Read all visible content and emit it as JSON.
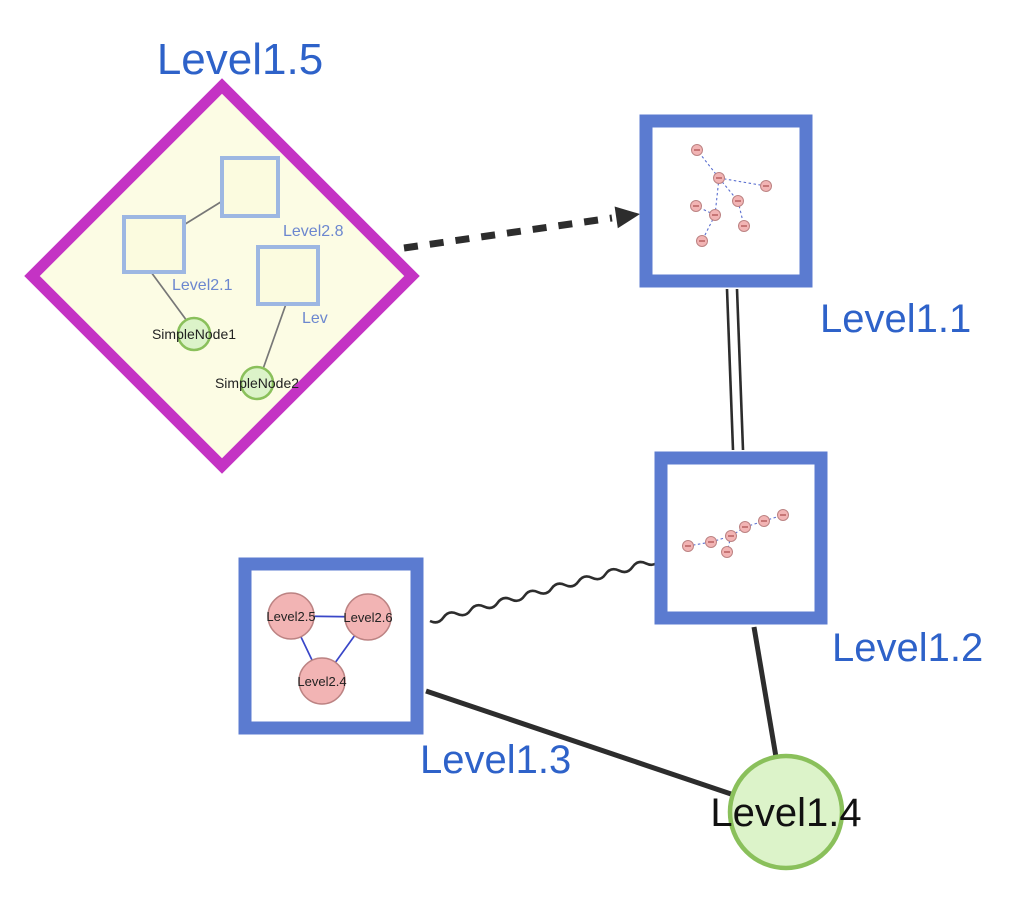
{
  "colors": {
    "label-blue": "#2e62c9",
    "node-border-blue": "#5b7bd0",
    "diamond-stroke": "#c433c4",
    "diamond-fill": "#fcfce4",
    "inner-square-stroke": "#9db7e2",
    "inner-square-fill": "#fbfbdf",
    "inner-label-blue": "#6c87cf",
    "green-fill": "#dcf3c9",
    "green-stroke": "#8ac05b",
    "pink-fill": "#f2b4b4",
    "pink-stroke": "#bc8383",
    "pink-detail": "#b05555",
    "mini-edge-blue": "#5a6fd0",
    "triangle-edge-blue": "#3946c8",
    "edge-dark": "#2d2d2d",
    "label-dark": "#111111"
  },
  "nodes": {
    "level1_5": {
      "label": "Level1.5",
      "shape": "diamond-group"
    },
    "level1_1": {
      "label": "Level1.1",
      "shape": "square-group"
    },
    "level1_2": {
      "label": "Level1.2",
      "shape": "square-group"
    },
    "level1_3": {
      "label": "Level1.3",
      "shape": "square-group"
    },
    "level1_4": {
      "label": "Level1.4",
      "shape": "circle"
    }
  },
  "edges": [
    {
      "from": "Level1.5",
      "to": "Level1.1",
      "style": "thick-dashed-arrow"
    },
    {
      "from": "Level1.1",
      "to": "Level1.2",
      "style": "double-line"
    },
    {
      "from": "Level1.3",
      "to": "Level1.2",
      "style": "wavy"
    },
    {
      "from": "Level1.3",
      "to": "Level1.4",
      "style": "solid"
    },
    {
      "from": "Level1.2",
      "to": "Level1.4",
      "style": "solid"
    }
  ],
  "level1_5_children": {
    "level2_8": {
      "label": "Level2.8"
    },
    "level2_1": {
      "label": "Level2.1"
    },
    "lev": {
      "label": "Lev"
    },
    "simple_node_1": {
      "label": "SimpleNode1"
    },
    "simple_node_2": {
      "label": "SimpleNode2"
    },
    "edges": [
      {
        "from": "Level2.8",
        "to": "Level2.1"
      },
      {
        "from": "Level2.1",
        "to": "SimpleNode1"
      },
      {
        "from": "Lev",
        "to": "SimpleNode2"
      }
    ]
  },
  "level1_3_children": {
    "level2_5": {
      "label": "Level2.5"
    },
    "level2_6": {
      "label": "Level2.6"
    },
    "level2_4": {
      "label": "Level2.4"
    },
    "edges": [
      {
        "from": "Level2.5",
        "to": "Level2.6"
      },
      {
        "from": "Level2.5",
        "to": "Level2.4"
      },
      {
        "from": "Level2.6",
        "to": "Level2.4"
      }
    ]
  }
}
